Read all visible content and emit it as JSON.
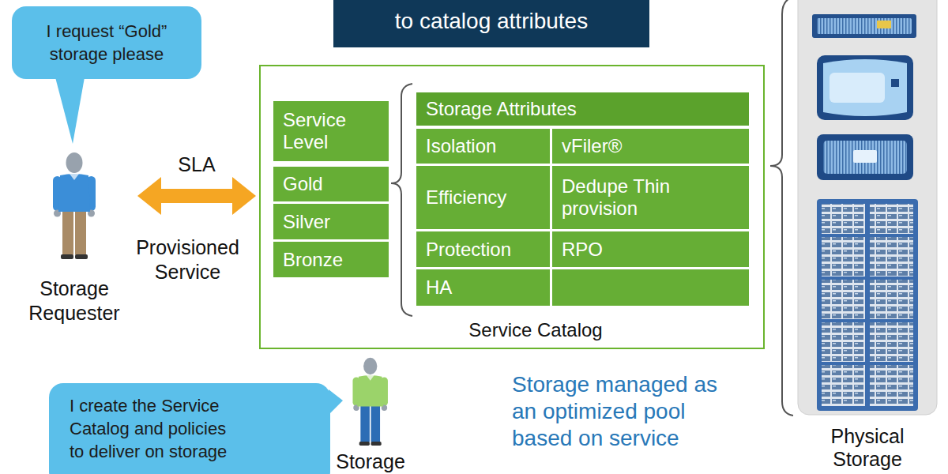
{
  "diagram": {
    "title": "to catalog attributes",
    "nodes": [
      {
        "text": [
          "I request “Gold” storage please"
        ]
      },
      {
        "text": [
          "Storage Requester"
        ]
      },
      {
        "text": [
          "Service Catalog"
        ]
      },
      {
        "text": [
          "Service Level"
        ],
        "in": 2
      },
      {
        "text": [
          "Gold"
        ],
        "in": 2
      },
      {
        "text": [
          "Silver"
        ],
        "in": 2
      },
      {
        "text": [
          "Bronze"
        ],
        "in": 2
      },
      {
        "text": [
          "Storage Attributes"
        ],
        "in": 2
      },
      {
        "text": [
          "Isolation"
        ],
        "in": 2
      },
      {
        "text": [
          "vFiler®"
        ],
        "in": 2
      },
      {
        "text": [
          "Efficiency"
        ],
        "in": 2
      },
      {
        "text": [
          "Dedupe Thin provision"
        ],
        "in": 2
      },
      {
        "text": [
          "Protection"
        ],
        "in": 2
      },
      {
        "text": [
          "RPO"
        ],
        "in": 2
      },
      {
        "text": [
          "HA"
        ],
        "in": 2
      },
      {
        "text": [
          "Physical Storage"
        ]
      },
      {
        "text": [
          "I create the Service Catalog and policies to deliver on storage"
        ]
      },
      {
        "text": [
          "Storage"
        ]
      }
    ],
    "edges": [
      {
        "from": 1,
        "to": 2,
        "arrow": "both",
        "label": "SLA"
      }
    ],
    "labels": [
      "Provisioned Service",
      "Storage managed as an optimized pool based on service"
    ]
  }
}
